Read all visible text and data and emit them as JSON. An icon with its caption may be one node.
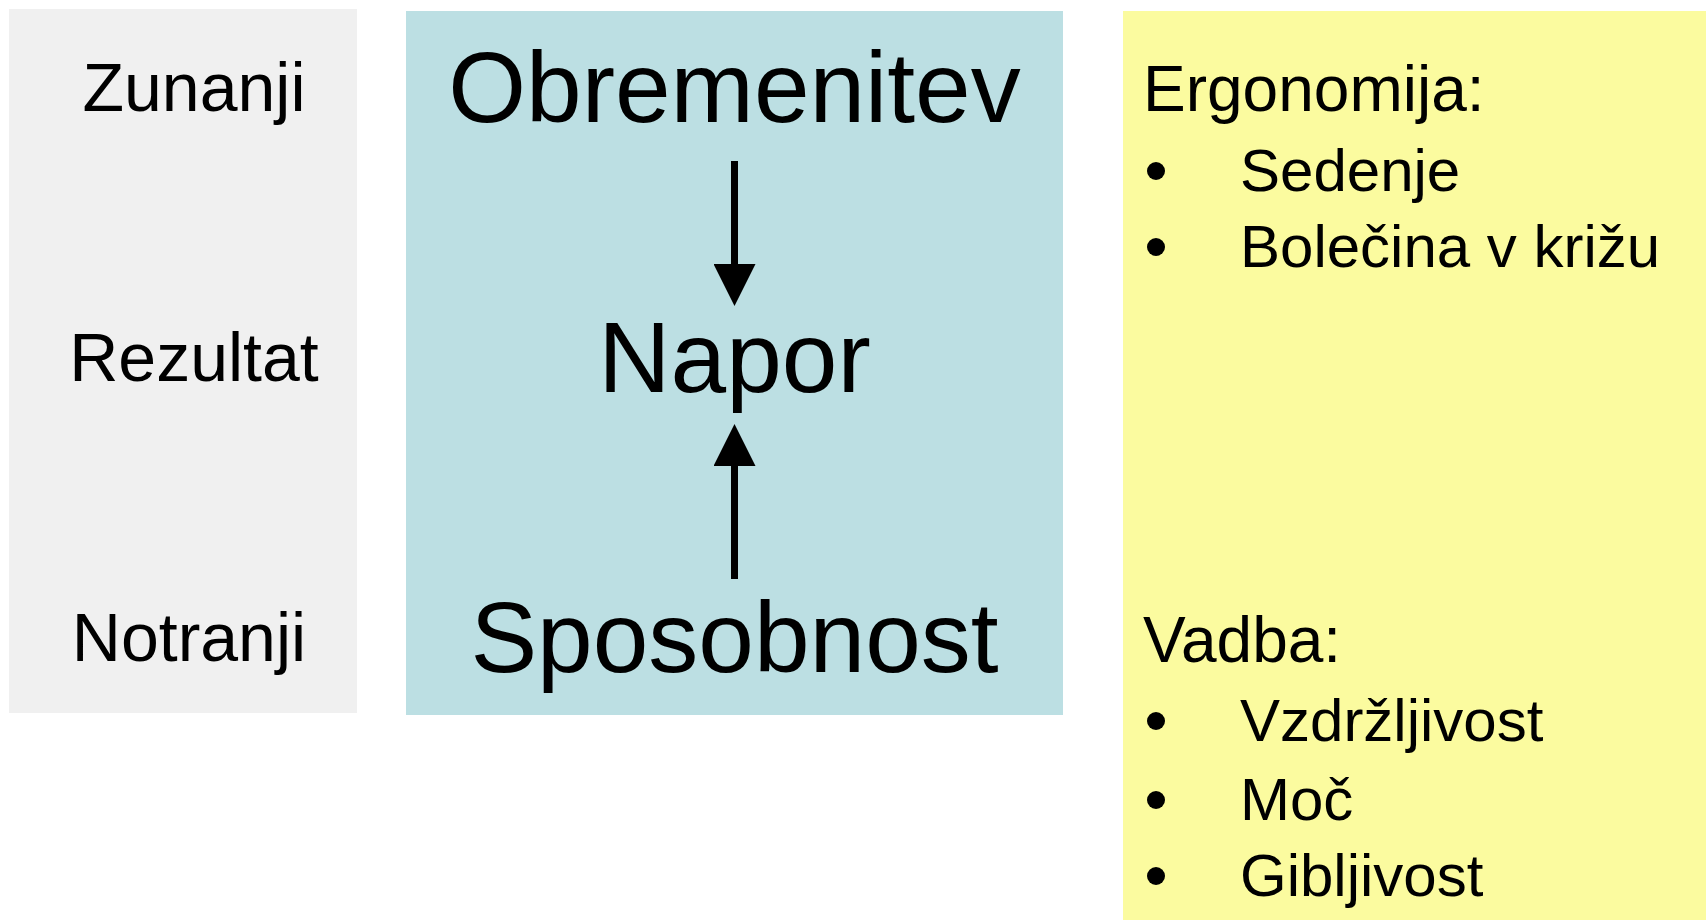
{
  "diagram": {
    "nodes": [
      {
        "text": [
          "Zunanji",
          "Rezultat",
          "Notranji"
        ]
      },
      {
        "text": [],
        "shape": "box"
      },
      {
        "text": [
          "Obremenitev"
        ],
        "in": 1
      },
      {
        "text": [
          "Napor"
        ],
        "in": 1
      },
      {
        "text": [
          "Sposobnost"
        ],
        "in": 1
      },
      {
        "text": [
          "Ergonomija:",
          "Sedenje",
          "Bolečina v križu",
          "Vadba:",
          "Vzdržljivost",
          "Moč",
          "Gibljivost"
        ]
      }
    ],
    "edges": [
      {
        "from": 2,
        "to": 3,
        "arrow": "to"
      },
      {
        "from": 4,
        "to": 3,
        "arrow": "to"
      }
    ]
  }
}
